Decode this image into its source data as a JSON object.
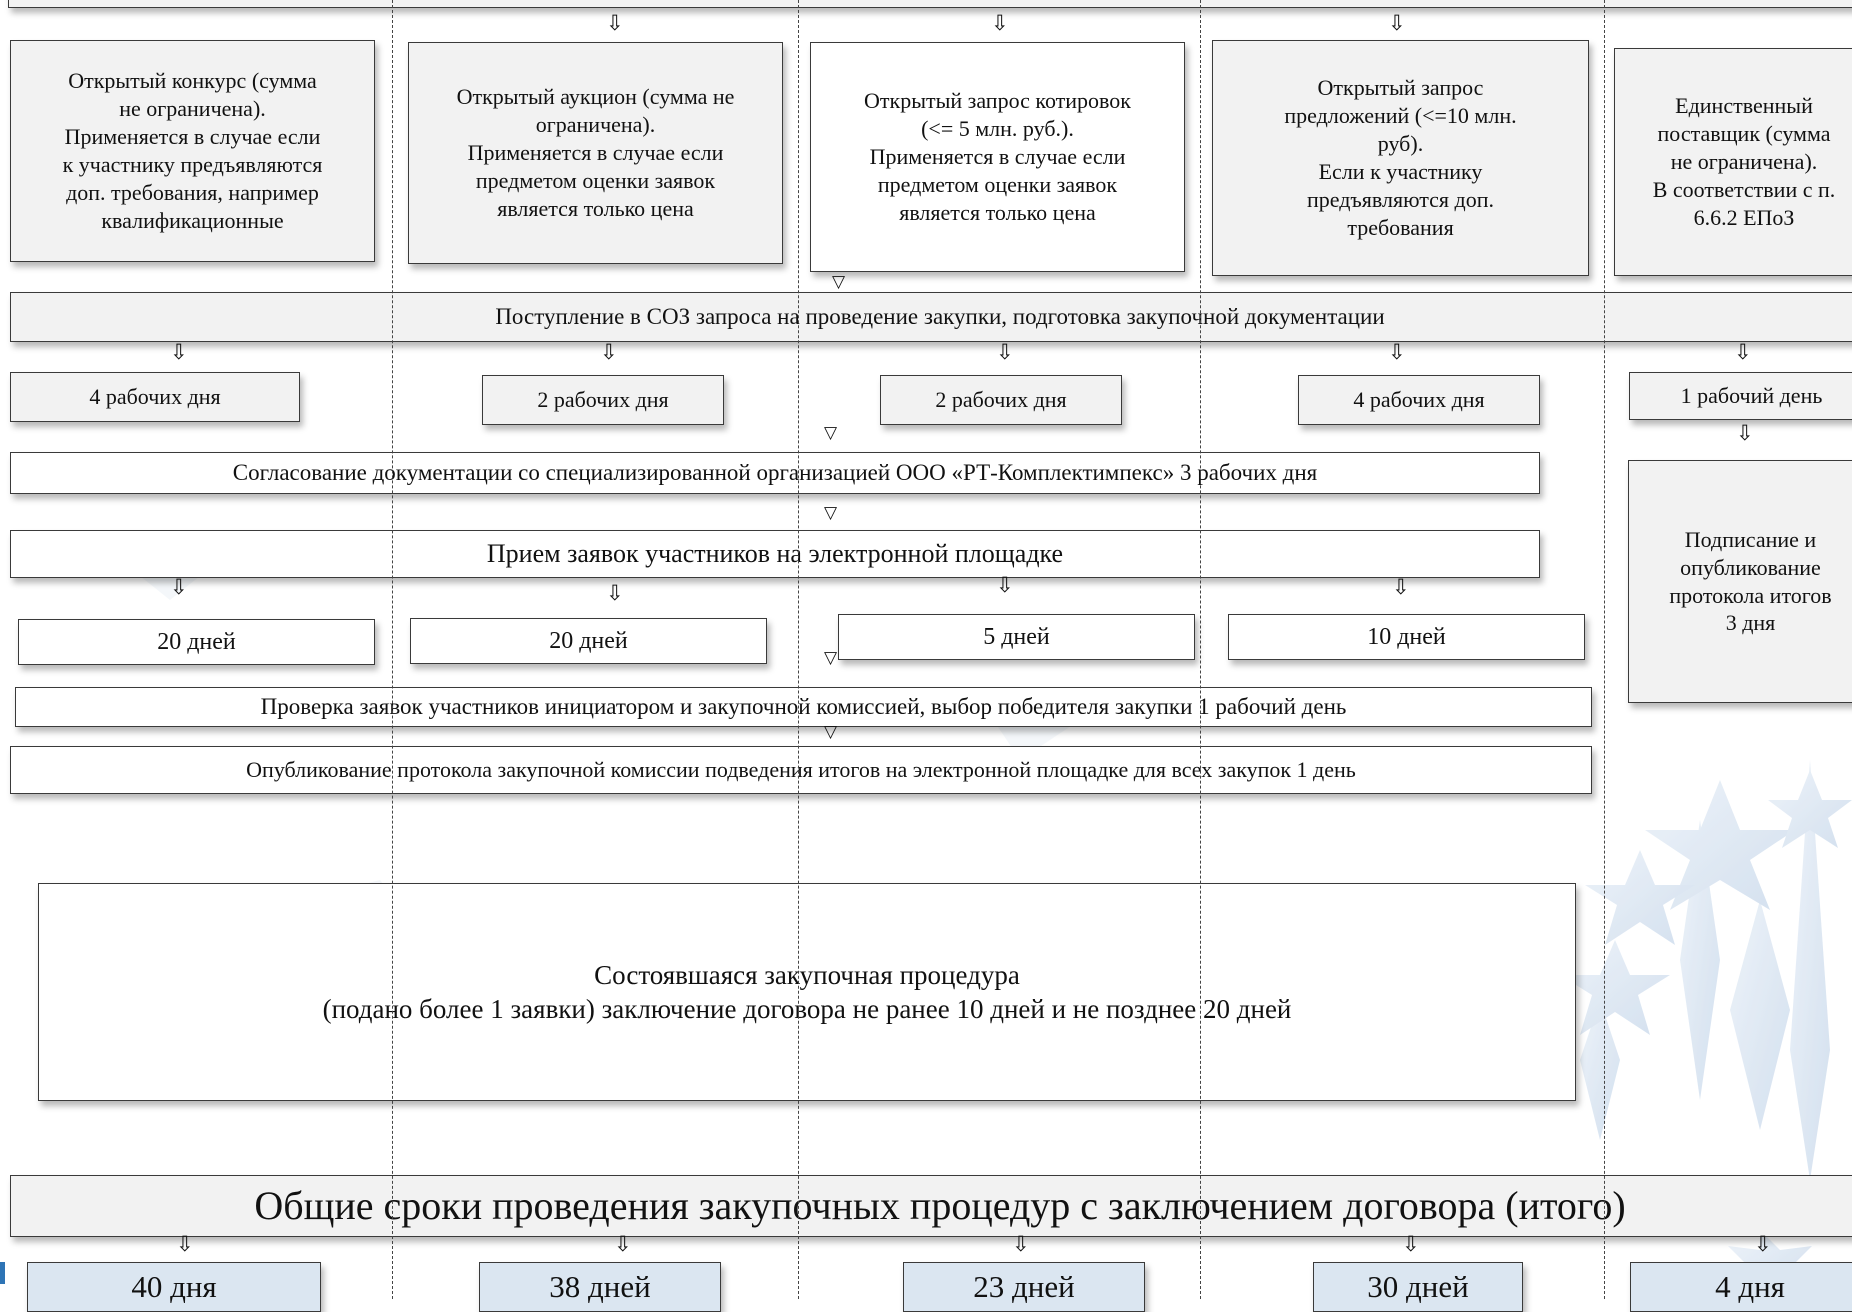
{
  "methods": [
    "Открытый конкурс (сумма\nне ограничена).\nПрименяется в случае  если\nк  участнику предъявляются\nдоп. требования, например\nквалификационные",
    "Открытый аукцион (сумма не\nограничена).\nПрименяется в случае  если\nпредметом оценки заявок\nявляется только цена",
    "Открытый запрос котировок\n(<= 5 млн. руб.).\nПрименяется в случае  если\nпредметом оценки заявок\nявляется только цена",
    "Открытый запрос\nпредложений (<=10 млн.\nруб).\nЕсли  к  участнику\nпредъявляются  доп.\nтребования",
    "Единственный\nпоставщик (сумма\nне ограничена).\nВ соответствии с п.\n6.6.2 ЕПоЗ"
  ],
  "soz_request": "Поступление в СОЗ запроса на проведение закупки, подготовка закупочной документации",
  "prep_days": [
    "4 рабочих дня",
    "2 рабочих дня",
    "2 рабочих дня",
    "4 рабочих дня",
    "1 рабочий день"
  ],
  "approval": "Согласование документации  со  специализированной организацией ООО «РТ-Комплектимпекс» 3 рабочих дня",
  "reception": "Прием заявок участников на электронной площадке",
  "reception_days": [
    "20 дней",
    "20 дней",
    "5 дней",
    "10 дней"
  ],
  "review": "Проверка заявок участников инициатором и закупочной комиссией, выбор победителя закупки 1 рабочий день",
  "publication": "Опубликование протокола закупочной комиссии подведения итогов на электронной площадке для всех закупок 1 день",
  "single_supplier_signing": "Подписание и\nопубликование\nпротокола итогов\n3 дня",
  "completed": "Состоявшаяся закупочная процедура\n(подано более 1 заявки) заключение договора не ранее 10 дней и не позднее 20 дней",
  "total_title": "Общие сроки проведения закупочных процедур с заключением договора (итого)",
  "totals": [
    "40 дня",
    "38 дней",
    "23 дней",
    "30 дней",
    "4 дня"
  ],
  "colors": {
    "box_grey": "#f2f2f2",
    "box_blue": "#dbe6f1",
    "border": "#3a3a3a",
    "accent": "#2e74b5"
  },
  "icons": {
    "down_arrow": "⇩",
    "open_arrow": "▽"
  }
}
